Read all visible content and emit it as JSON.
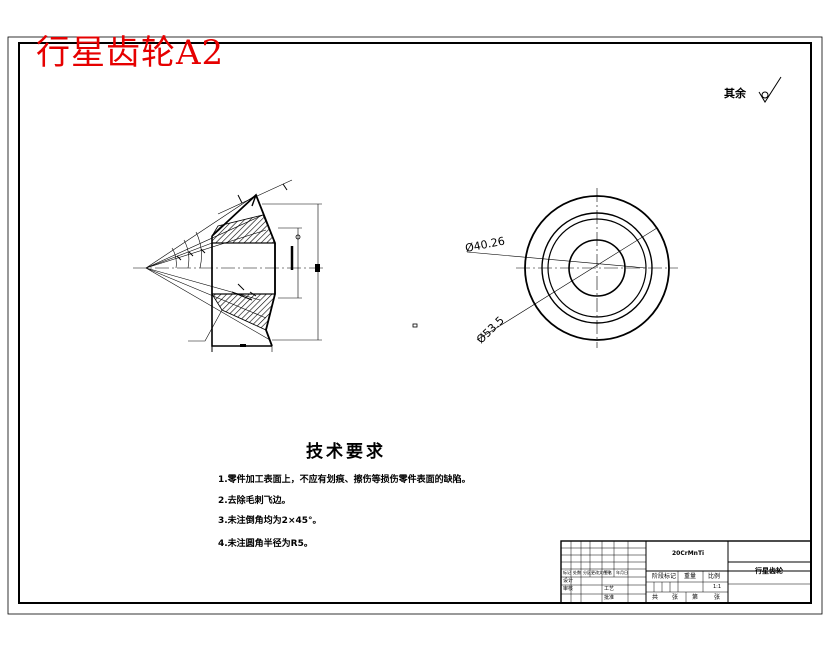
{
  "sheet_title": "行星齿轮A2",
  "surface_finish": {
    "label": "其余"
  },
  "dimensions": {
    "inner_diameter": "Ø40.26",
    "outer_diameter": "Ø53.5"
  },
  "technical_requirements": {
    "heading": "技术要求",
    "items": [
      "1.零件加工表面上，不应有划痕、擦伤等损伤零件表面的缺陷。",
      "2.去除毛刺飞边。",
      "3.未注倒角均为2×45°。",
      "4.未注圆角半径为R5。"
    ]
  },
  "title_block": {
    "material": "20CrMnTi",
    "part_name": "行星齿轮",
    "col_labels": [
      "阶段标记",
      "重量",
      "比例"
    ],
    "sheet_labels": [
      "共",
      "张",
      "第",
      "张"
    ],
    "sign_row": [
      "标记",
      "处数",
      "分区",
      "更改文件号",
      "签名",
      "年月日"
    ],
    "rows": [
      "设计",
      "审核",
      "工艺",
      "批准"
    ],
    "scale": "1:1"
  }
}
